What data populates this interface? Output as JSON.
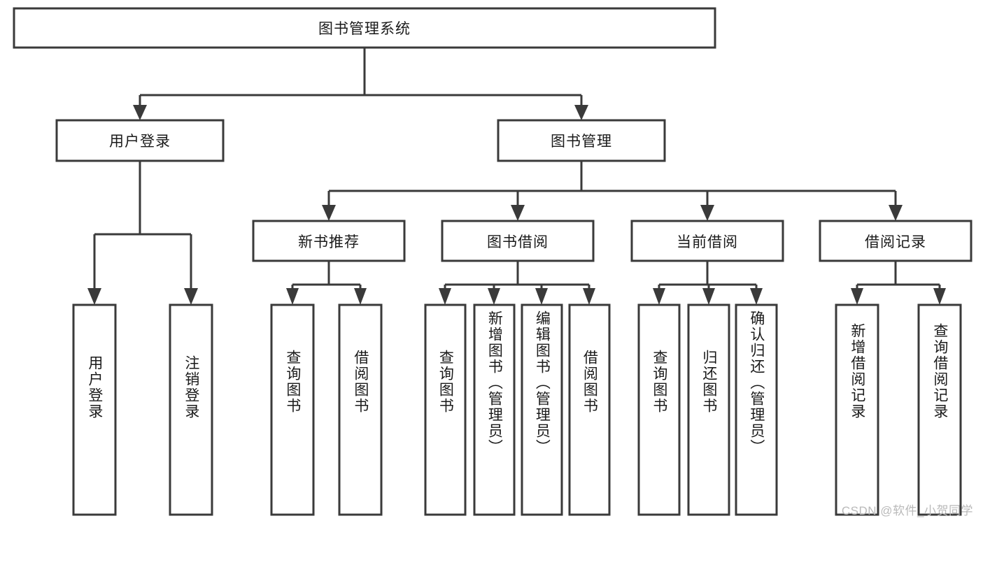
{
  "diagram": {
    "type": "hierarchy-tree",
    "title": "图书管理系统",
    "watermark": "CSDN @软件_小贺同学",
    "colors": {
      "stroke": "#3a3a3a",
      "fill": "#ffffff",
      "text": "#1a1a1a",
      "watermark": "#b9b9b9",
      "background": "#ffffff"
    },
    "levels": {
      "root": "图书管理系统",
      "level1": [
        "用户登录",
        "图书管理"
      ],
      "level2": [
        "新书推荐",
        "图书借阅",
        "当前借阅",
        "借阅记录"
      ]
    },
    "nodes": {
      "root": {
        "label": "图书管理系统"
      },
      "user_login": {
        "label": "用户登录"
      },
      "book_manage": {
        "label": "图书管理"
      },
      "new_book_rec": {
        "label": "新书推荐"
      },
      "book_borrow": {
        "label": "图书借阅"
      },
      "current_borrow": {
        "label": "当前借阅"
      },
      "borrow_record": {
        "label": "借阅记录"
      },
      "leaf_user_login": {
        "label": "用户登录"
      },
      "leaf_user_logout": {
        "label": "注销登录"
      },
      "leaf_query_book_1": {
        "label": "查询图书"
      },
      "leaf_borrow_book_1": {
        "label": "借阅图书"
      },
      "leaf_query_book_2": {
        "label": "查询图书"
      },
      "leaf_add_book": {
        "label": "新增图书（管理员）"
      },
      "leaf_edit_book": {
        "label": "编辑图书（管理员）"
      },
      "leaf_borrow_book_2": {
        "label": "借阅图书"
      },
      "leaf_query_book_3": {
        "label": "查询图书"
      },
      "leaf_return_book": {
        "label": "归还图书"
      },
      "leaf_confirm_return": {
        "label": "确认归还（管理员）"
      },
      "leaf_add_record": {
        "label": "新增借阅记录"
      },
      "leaf_query_record": {
        "label": "查询借阅记录"
      }
    },
    "edges": [
      {
        "from": "图书管理系统",
        "to": "用户登录"
      },
      {
        "from": "图书管理系统",
        "to": "图书管理"
      },
      {
        "from": "用户登录",
        "to": "用户登录"
      },
      {
        "from": "用户登录",
        "to": "注销登录"
      },
      {
        "from": "图书管理",
        "to": "新书推荐"
      },
      {
        "from": "图书管理",
        "to": "图书借阅"
      },
      {
        "from": "图书管理",
        "to": "当前借阅"
      },
      {
        "from": "图书管理",
        "to": "借阅记录"
      },
      {
        "from": "新书推荐",
        "to": "查询图书"
      },
      {
        "from": "新书推荐",
        "to": "借阅图书"
      },
      {
        "from": "图书借阅",
        "to": "查询图书"
      },
      {
        "from": "图书借阅",
        "to": "新增图书（管理员）"
      },
      {
        "from": "图书借阅",
        "to": "编辑图书（管理员）"
      },
      {
        "from": "图书借阅",
        "to": "借阅图书"
      },
      {
        "from": "当前借阅",
        "to": "查询图书"
      },
      {
        "from": "当前借阅",
        "to": "归还图书"
      },
      {
        "from": "当前借阅",
        "to": "确认归还（管理员）"
      },
      {
        "from": "借阅记录",
        "to": "新增借阅记录"
      },
      {
        "from": "借阅记录",
        "to": "查询借阅记录"
      }
    ]
  }
}
